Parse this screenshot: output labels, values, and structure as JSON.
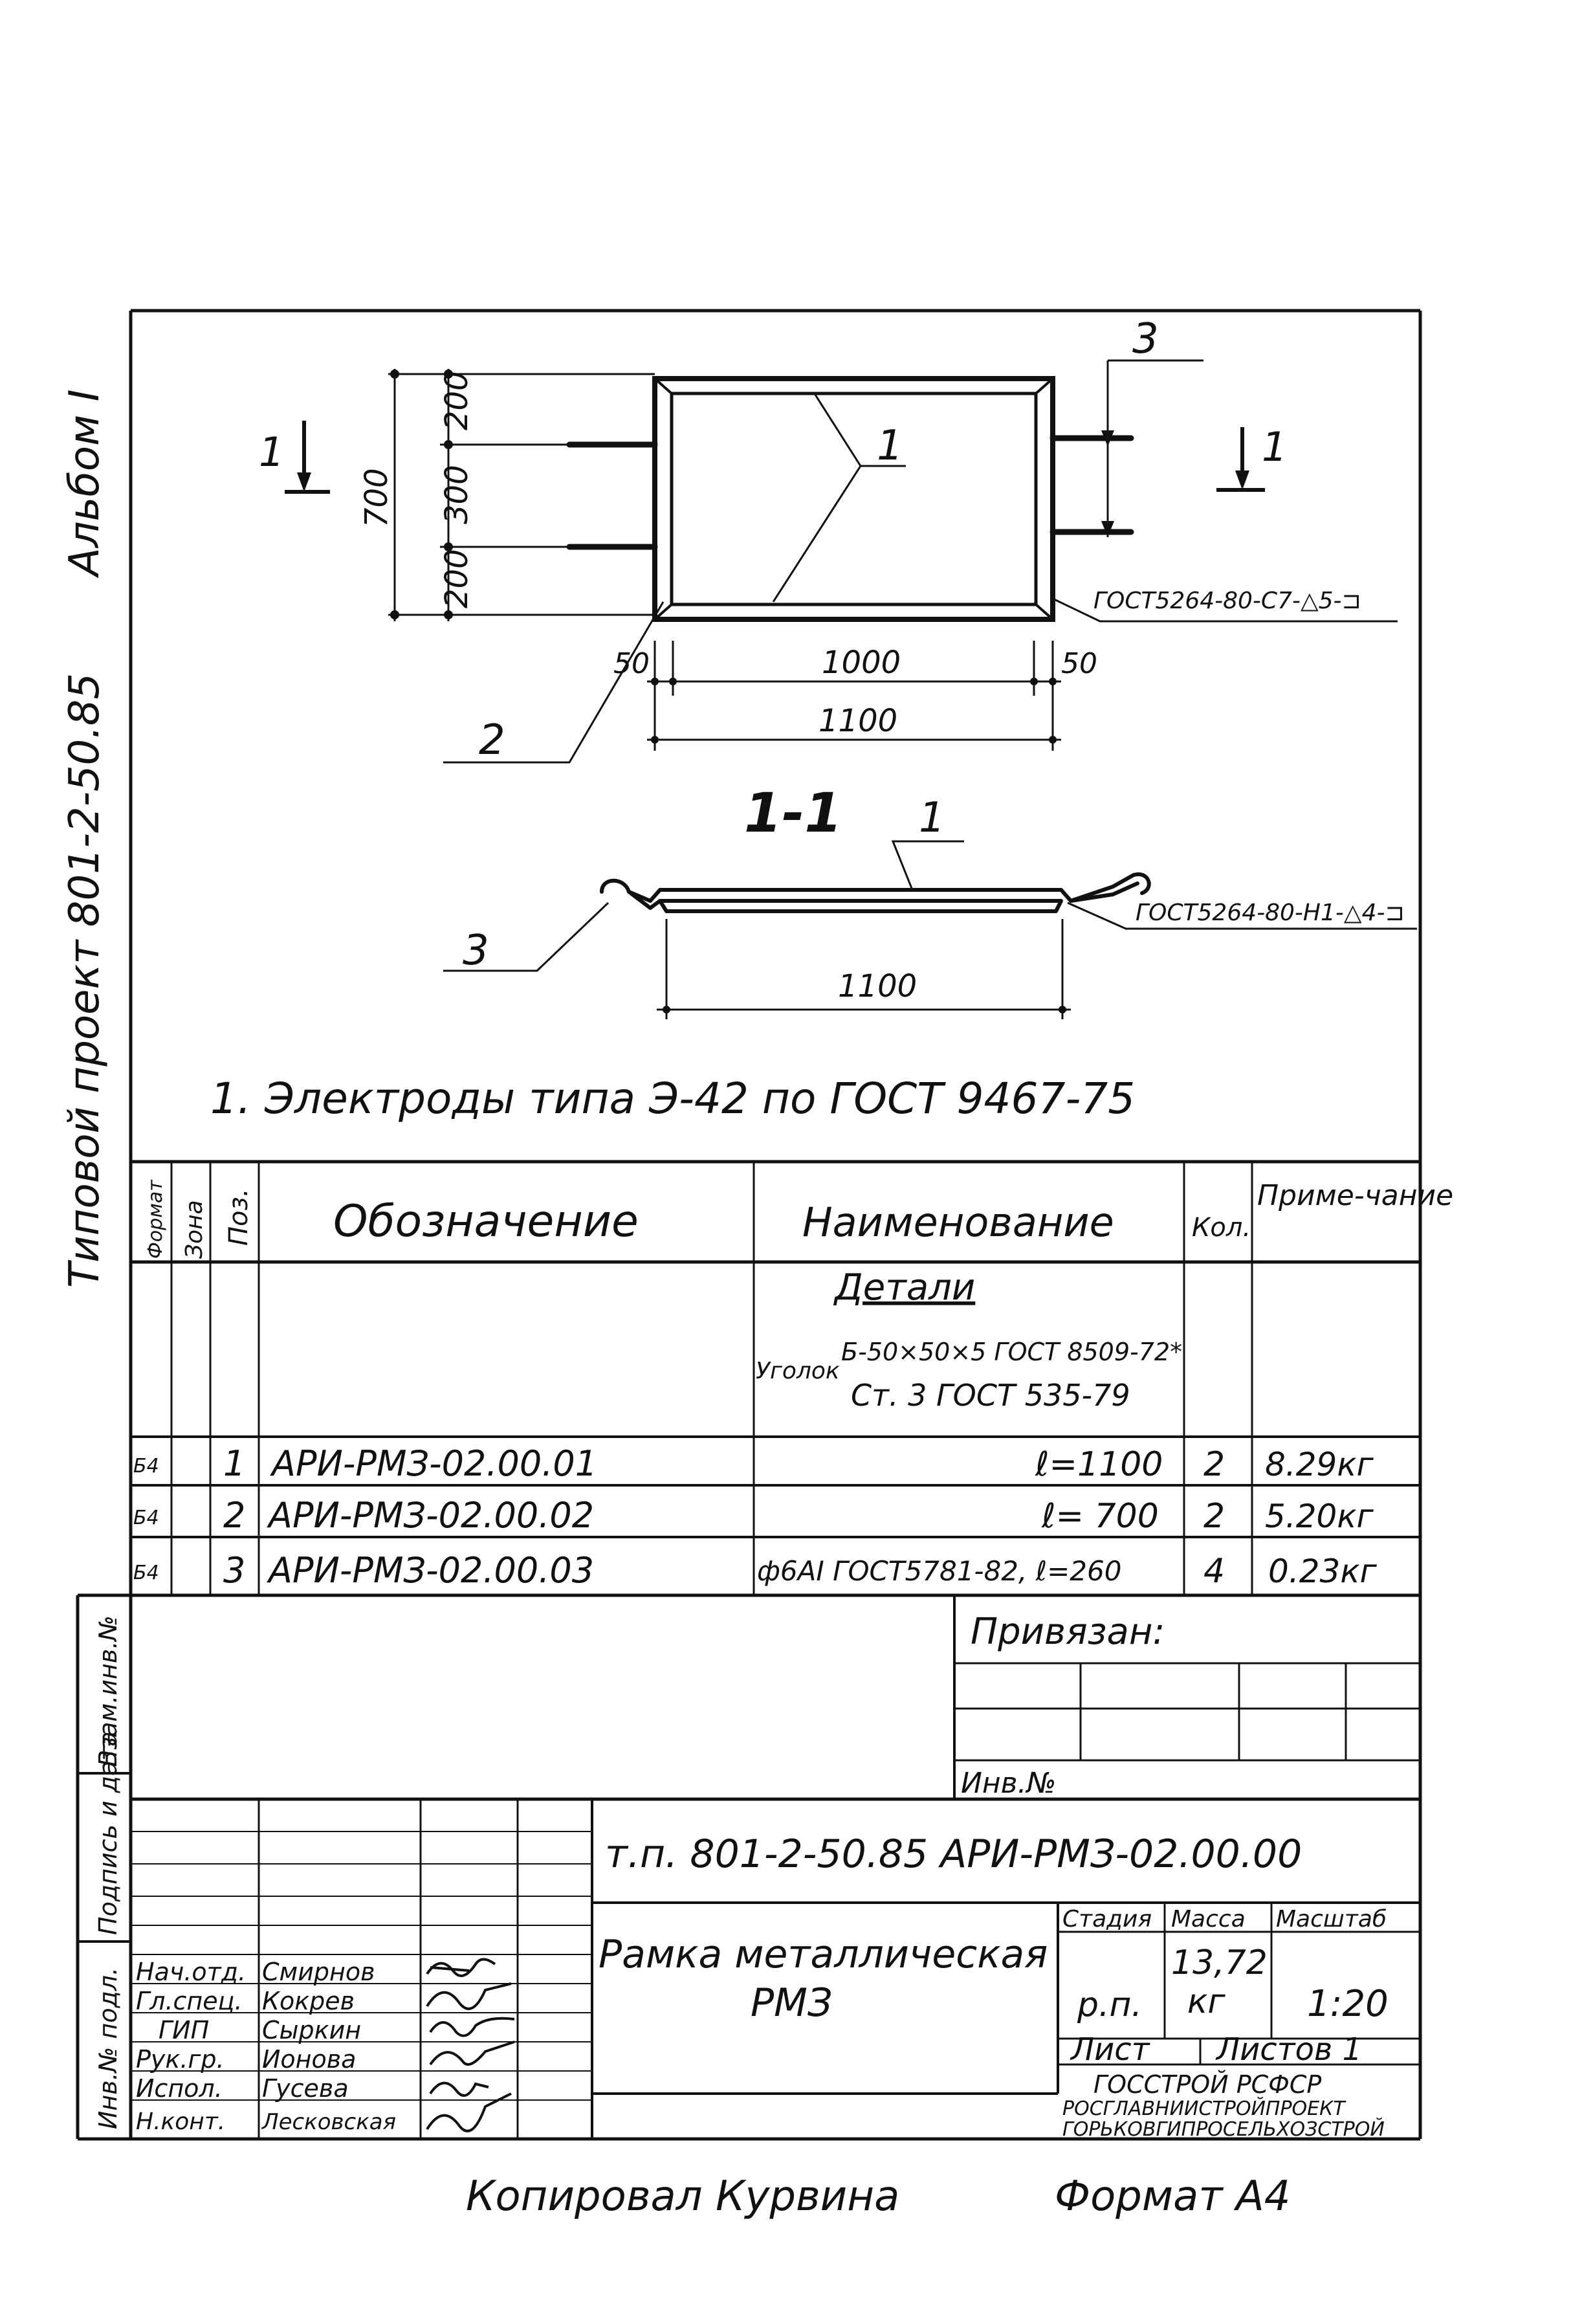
{
  "side": {
    "project": "Типовой проект 801-2-50.85",
    "album": "Альбом I"
  },
  "plan": {
    "section_mark": "1",
    "dim_height": "700",
    "dim_top": "200",
    "dim_mid": "300",
    "dim_bot": "200",
    "dim_left_offset": "50",
    "dim_inner": "1000",
    "dim_right_offset": "50",
    "dim_overall": "1100",
    "callout_1": "1",
    "callout_2": "2",
    "callout_3": "3",
    "weld_1": "ГОСТ5264-80-С7-△5-⊐"
  },
  "section": {
    "title": "1-1",
    "callout_1": "1",
    "callout_3": "3",
    "weld_2": "ГОСТ5264-80-Н1-△4-⊐",
    "dim_overall": "1100"
  },
  "note": "1. Электроды типа Э-42 по ГОСТ 9467-75",
  "spec": {
    "headers": {
      "format": "Формат",
      "zone": "Зона",
      "pos": "Поз.",
      "designation": "Обозначение",
      "name": "Наименование",
      "qty": "Кол.",
      "note": "Приме-чание"
    },
    "group": "Детали",
    "material_prefix": "Уголок",
    "material_top": "Б-50×50×5 ГОСТ 8509-72*",
    "material_bottom": "Ст. 3 ГОСТ 535-79",
    "rows": [
      {
        "format": "Б4",
        "pos": "1",
        "designation": "АРИ-РМЗ-02.00.01",
        "name": "ℓ=1100",
        "qty": "2",
        "note": "8.29кг"
      },
      {
        "format": "Б4",
        "pos": "2",
        "designation": "АРИ-РМЗ-02.00.02",
        "name": "ℓ= 700",
        "qty": "2",
        "note": "5.20кг"
      },
      {
        "format": "Б4",
        "pos": "3",
        "designation": "АРИ-РМЗ-02.00.03",
        "name": "ф6АI ГОСТ5781-82, ℓ=260",
        "qty": "4",
        "note": "0.23кг"
      }
    ]
  },
  "binding": {
    "label": "Привязан:",
    "inv": "Инв.№"
  },
  "side_stamps": [
    "Взам.инв.№",
    "Подпись и дата",
    "Инв.№ подл."
  ],
  "title_block": {
    "doc_number": "т.п. 801-2-50.85   АРИ-РМЗ-02.00.00",
    "title_line1": "Рамка металлическая",
    "title_line2": "РМЗ",
    "stage_label": "Стадия",
    "mass_label": "Масса",
    "scale_label": "Масштаб",
    "stage": "р.п.",
    "mass_value": "13,72",
    "mass_unit": "кг",
    "scale": "1:20",
    "sheet_label": "Лист",
    "sheets_label": "Листов 1",
    "org1": "ГОССТРОЙ РСФСР",
    "org2": "РОСГЛАВНИИСТРОЙПРОЕКТ",
    "org3": "ГОРЬКОВГИПРОСЕЛЬХОЗСТРОЙ",
    "roles": [
      {
        "role": "Нач.отд.",
        "name": "Смирнов"
      },
      {
        "role": "Гл.спец.",
        "name": "Кокрев"
      },
      {
        "role": "ГИП",
        "name": "Сыркин"
      },
      {
        "role": "Рук.гр.",
        "name": "Ионова"
      },
      {
        "role": "Испол.",
        "name": "Гусева"
      },
      {
        "role": "Н.конт.",
        "name": "Лесковская"
      }
    ]
  },
  "footer": {
    "copied": "Копировал Курвина",
    "format": "Формат А4"
  }
}
